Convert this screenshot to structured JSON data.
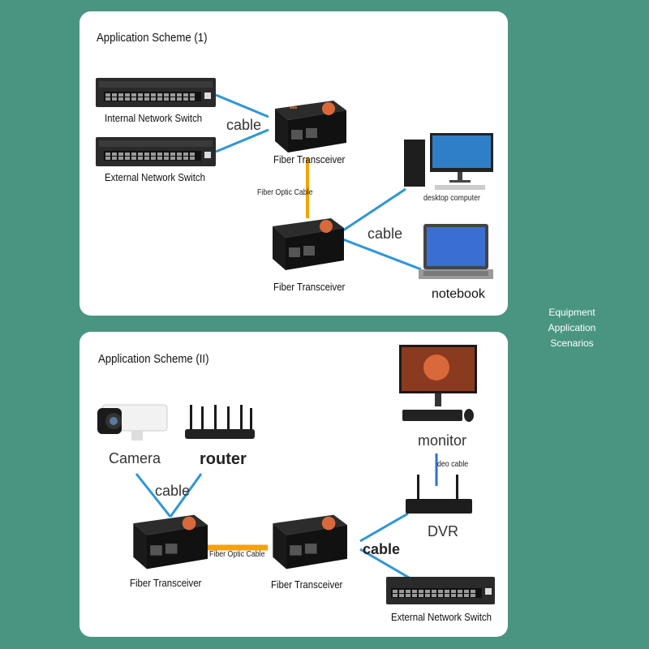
{
  "side_label": {
    "line1": "Equipment",
    "line2": "Application",
    "line3": "Scenarios"
  },
  "scheme1": {
    "title": "Application Scheme (1)",
    "internal_switch": "Internal Network Switch",
    "external_switch": "External Network Switch",
    "cable_left": "cable",
    "transceiver_top": "Fiber Transceiver",
    "fiber_cable": "Fiber Optic Cable",
    "transceiver_bottom": "Fiber Transceiver",
    "cable_right": "cable",
    "desktop": "desktop computer",
    "notebook": "notebook"
  },
  "scheme2": {
    "title": "Application Scheme (II)",
    "camera": "Camera",
    "router": "router",
    "cable_left": "cable",
    "transceiver_left": "Fiber Transceiver",
    "fiber_cable": "Fiber Optic Cable",
    "transceiver_right": "Fiber Transceiver",
    "monitor": "monitor",
    "video_cable": "deo cable",
    "dvr": "DVR",
    "cable_right": "cable",
    "external_switch": "External Network Switch"
  },
  "colors": {
    "background": "#4a9582",
    "cable_blue": "#2f96d6",
    "fiber_orange": "#f4a300",
    "device_dark": "#1d1d1d",
    "transceiver_accent": "#d9683a"
  }
}
